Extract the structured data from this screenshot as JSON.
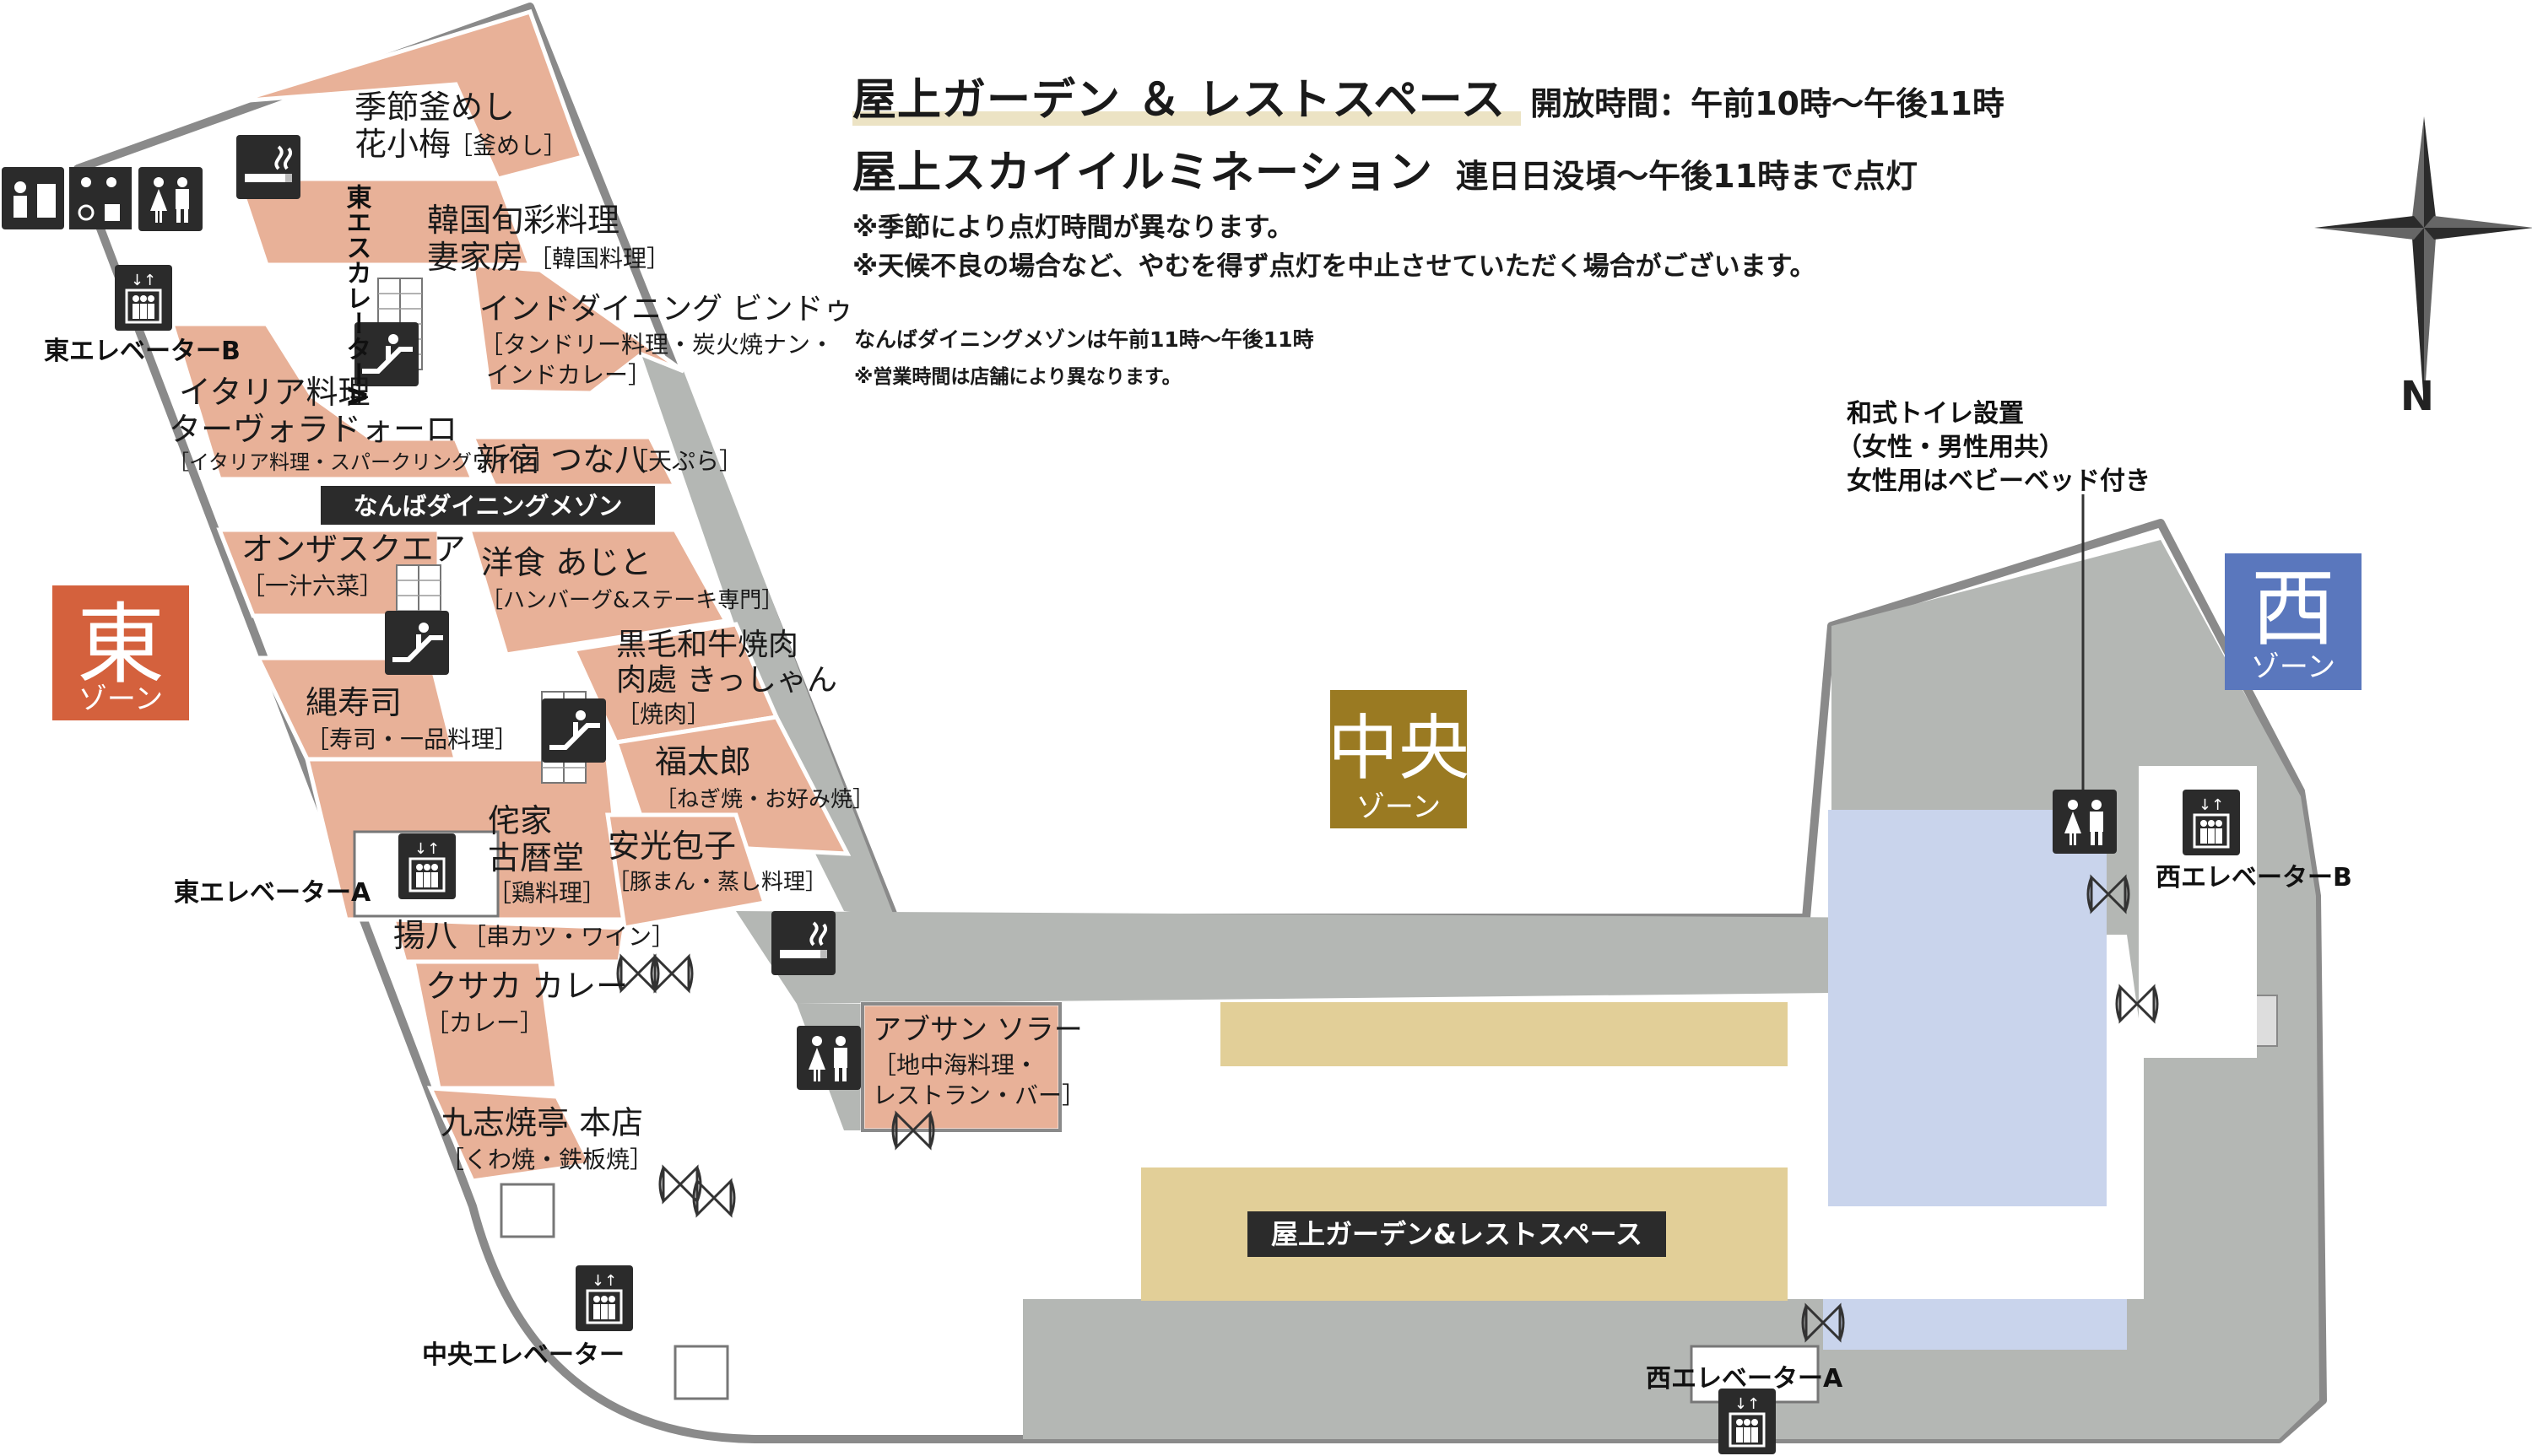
{
  "header": {
    "line1_title": "屋上ガーデン ＆ レストスペース",
    "line1_hours": "開放時間：午前10時〜午後11時",
    "line2_title": "屋上スカイイルミネーション",
    "line2_hours": "連日日没頃〜午後11時まで点灯",
    "note1": "※季節により点灯時間が異なります。",
    "note2": "※天候不良の場合など、やむを得ず点灯を中止させていただく場合がございます。",
    "dining_hours": "なんばダイニングメゾンは午前11時〜午後11時",
    "dining_note": "※営業時間は店舗により異なります。"
  },
  "compass": {
    "north": "N"
  },
  "zones": {
    "east": {
      "kanji": "東",
      "sub": "ゾーン",
      "color": "#d4613d"
    },
    "central": {
      "kanji": "中央",
      "sub": "ゾーン",
      "color": "#9a7a22"
    },
    "west": {
      "kanji": "西",
      "sub": "ゾーン",
      "color": "#5a77bd"
    }
  },
  "colors": {
    "shop": "#e8b198",
    "walkway": "#b4b7b4",
    "deck": "#c9d4ec",
    "garden": "#e2cf98",
    "outline": "#8a8a8a",
    "icon_bg": "#2b2b2b"
  },
  "dining_banner": "なんばダイニングメゾン",
  "garden_banner": "屋上ガーデン&レストスペース",
  "toilet_note": {
    "line1": "和式トイレ設置",
    "line2": "（女性・男性用共）",
    "line3": "女性用はベビーベッド付き"
  },
  "shops": {
    "kamameshi": {
      "name1": "季節釜めし",
      "name2": "花小梅",
      "cat": "［釜めし］"
    },
    "korean": {
      "name1": "韓国旬彩料理",
      "name2": "妻家房",
      "cat": "［韓国料理］"
    },
    "indian": {
      "name": "インドダイニング ビンドゥ",
      "cat1": "［タンドリー料理・炭火焼ナン・",
      "cat2": "インドカレー］"
    },
    "italian": {
      "name1": "イタリア料理",
      "name2": "ターヴォラドォーロ",
      "cat": "［イタリア料理・スパークリングワイン］"
    },
    "tempura": {
      "name": "新宿 つな八",
      "cat": "［天ぷら］"
    },
    "onthesquare": {
      "name": "オンザスクエア",
      "cat": "［一汁六菜］"
    },
    "ajito": {
      "name": "洋食 あじと",
      "cat": "［ハンバーグ&ステーキ専門］"
    },
    "yakiniku": {
      "name1": "黒毛和牛焼肉",
      "name2": "肉處 きっしゃん",
      "cat": "［焼肉］"
    },
    "sushi": {
      "name": "縄寿司",
      "cat": "［寿司・一品料理］"
    },
    "okonomiyaki": {
      "name": "福太郎",
      "cat": "［ねぎ焼・お好み焼］"
    },
    "koreki": {
      "name1": "侘家",
      "name2": "古暦堂",
      "cat": "［鶏料理］"
    },
    "houshi": {
      "name": "安光包子",
      "cat": "［豚まん・蒸し料理］"
    },
    "agehachi": {
      "name": "揚八",
      "cat": "［串カツ・ワイン］"
    },
    "curry": {
      "name": "クサカ カレー",
      "cat": "［カレー］"
    },
    "kushiyaki": {
      "name": "九志焼亭 本店",
      "cat": "［くわ焼・鉄板焼］"
    },
    "absinthe": {
      "name": "アブサン ソラー",
      "cat1": "［地中海料理・",
      "cat2": "レストラン・バー］"
    }
  },
  "facilities": {
    "east_elevator_b": "東エレベーターB",
    "east_elevator_a": "東エレベーターA",
    "central_elevator": "中央エレベーター",
    "west_elevator_b": "西エレベーターB",
    "west_elevator_a": "西エレベーターA",
    "east_escalator_a": "東エスカレーターA"
  }
}
